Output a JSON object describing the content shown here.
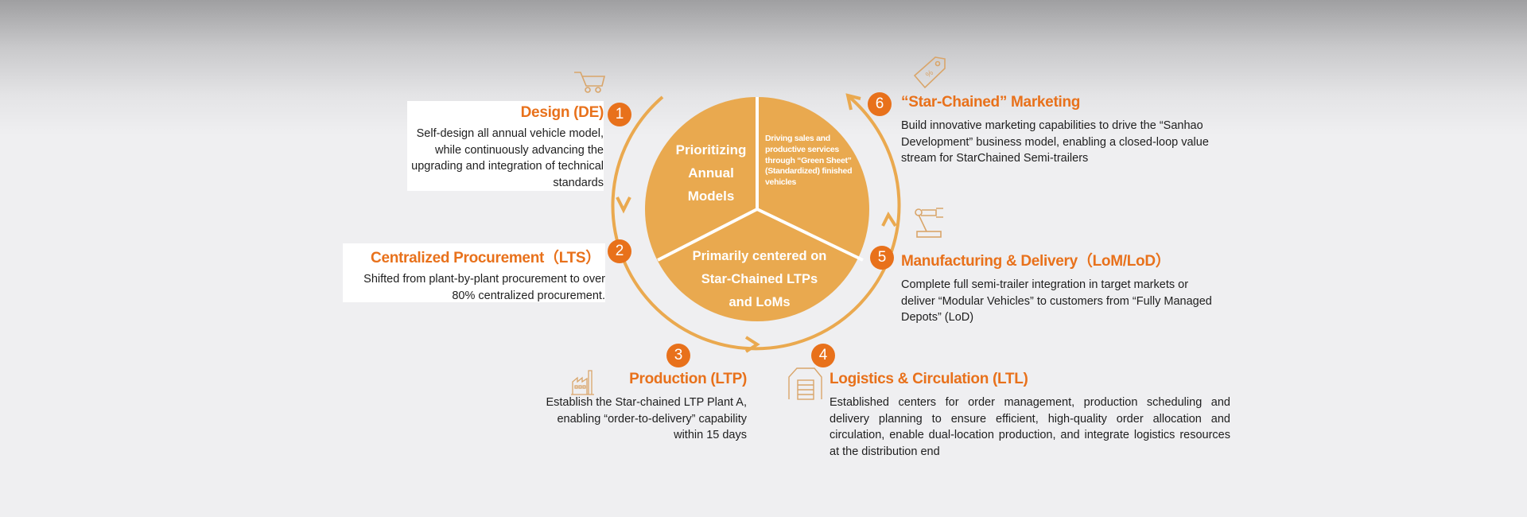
{
  "colors": {
    "accent": "#e8711b",
    "pie": "#e9a94f",
    "ring": "#eaa94f"
  },
  "pie": {
    "left": "Prioritizing Annual Models",
    "left_lines": [
      "Prioritizing",
      "Annual",
      "Models"
    ],
    "right": "Driving sales and productive services through “Green Sheet” (Standardized) finished vehicles",
    "bottom_lines": [
      "Primarily centered on",
      "Star-Chained LTPs",
      "and LoMs"
    ]
  },
  "steps": [
    {
      "num": "1",
      "title": "Design (DE)",
      "icon": "shopping-cart-icon",
      "desc": "Self-design all annual vehicle model, while continuously advancing the upgrading and integration of technical standards"
    },
    {
      "num": "2",
      "title": "Centralized Procurement（LTS）",
      "desc": "Shifted from plant-by-plant procurement to over 80% centralized procurement."
    },
    {
      "num": "3",
      "title": "Production (LTP)",
      "icon": "factory-icon",
      "desc": "Establish the Star-chained LTP Plant A, enabling “order-to-delivery” capability within 15 days"
    },
    {
      "num": "4",
      "title": "Logistics & Circulation (LTL)",
      "icon": "warehouse-icon",
      "desc": "Established centers for order management, production scheduling and delivery planning to ensure efficient, high-quality order allocation and circulation, enable dual-location production, and integrate logistics resources at the distribution end"
    },
    {
      "num": "5",
      "title": "Manufacturing & Delivery（LoM/LoD）",
      "icon": "robot-arm-icon",
      "desc": "Complete full semi-trailer integration in target markets or deliver “Modular Vehicles” to customers from “Fully Managed Depots” (LoD)"
    },
    {
      "num": "6",
      "title": "“Star-Chained” Marketing",
      "icon": "price-tag-icon",
      "desc": "Build innovative marketing  capabilities to drive the “Sanhao Development” business model, enabling a closed-loop value stream for StarChained Semi-trailers"
    }
  ]
}
